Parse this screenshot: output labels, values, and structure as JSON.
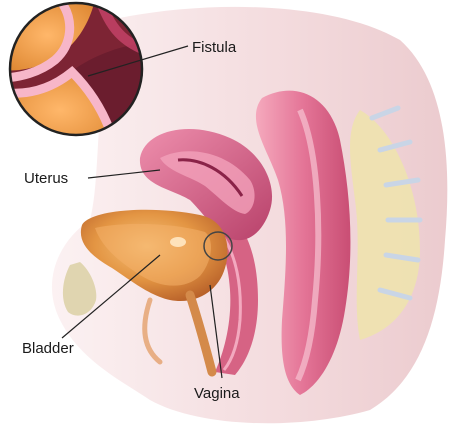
{
  "labels": {
    "fistula": "Fistula",
    "uterus": "Uterus",
    "bladder": "Bladder",
    "vagina": "Vagina"
  },
  "colors": {
    "bladder": "#d98a3b",
    "uterus": "#d6587f",
    "vagina": "#c84d74",
    "rectum": "#e98aa6",
    "spine": "#e9dca9",
    "body": "#f3dfe0"
  }
}
